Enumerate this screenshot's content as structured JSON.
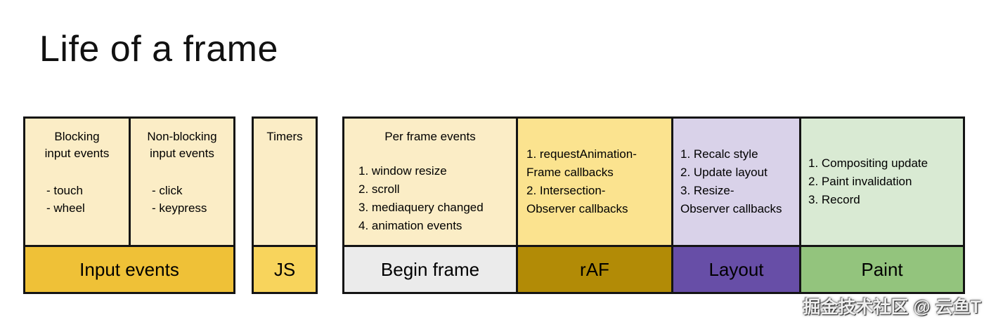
{
  "title": "Life of a frame",
  "watermark": "掘金技术社区 @ 云鱼T",
  "colors": {
    "page_bg": "#ffffff",
    "border": "#141414",
    "text": "#000000",
    "cream": "#FBEDC6",
    "gold": "#EFC137",
    "js_gold": "#F8D45C",
    "begin_gray": "#EBEBEB",
    "raf_body": "#FBE38F",
    "raf_gold": "#B28B06",
    "layout_body": "#D9D2E9",
    "layout_purple": "#674EA7",
    "paint_body": "#D9EAD3",
    "paint_green": "#93C47D"
  },
  "stages": {
    "input_events": {
      "footer": "Input events",
      "columns": [
        {
          "header_lines": [
            "Blocking",
            "input events"
          ],
          "items": [
            "- touch",
            "- wheel"
          ]
        },
        {
          "header_lines": [
            "Non-blocking",
            "input events"
          ],
          "items": [
            "- click",
            "- keypress"
          ]
        }
      ]
    },
    "js": {
      "header": "Timers",
      "footer": "JS"
    },
    "begin_frame": {
      "header": "Per frame events",
      "items": [
        "1. window resize",
        "2. scroll",
        "3. mediaquery changed",
        "4. animation events"
      ],
      "footer": "Begin frame"
    },
    "raf": {
      "lines": [
        "1. requestAnimation-",
        "Frame callbacks",
        "2. Intersection-",
        "Observer callbacks"
      ],
      "footer": "rAF"
    },
    "layout": {
      "lines": [
        "1. Recalc style",
        "2. Update layout",
        "3. Resize-",
        "Observer callbacks"
      ],
      "footer": "Layout"
    },
    "paint": {
      "items": [
        "1. Compositing update",
        "2. Paint invalidation",
        "3. Record"
      ],
      "footer": "Paint"
    }
  }
}
